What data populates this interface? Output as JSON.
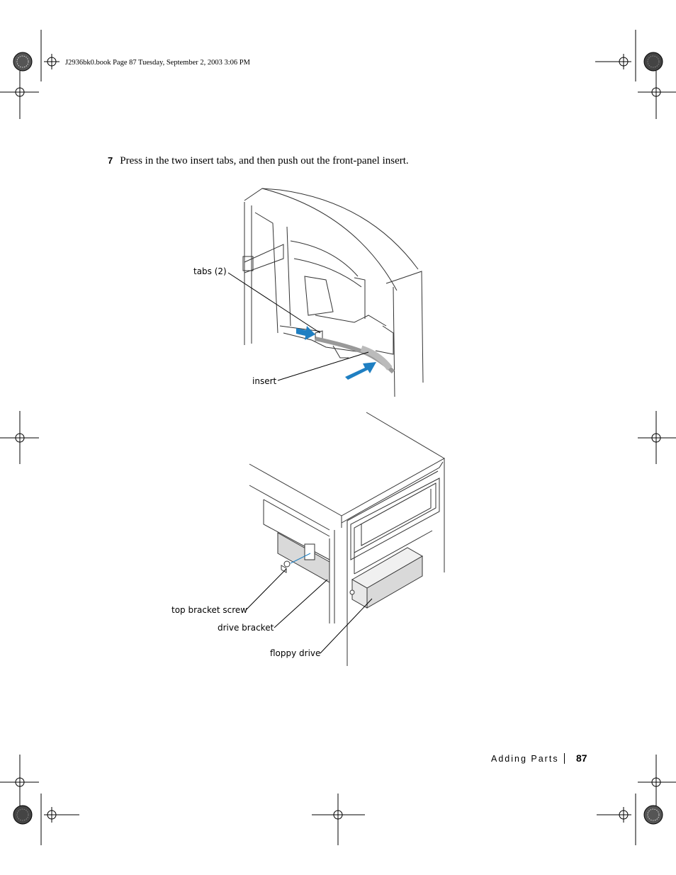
{
  "print_header": "J2936bk0.book  Page 87  Tuesday, September 2, 2003  3:06 PM",
  "step": {
    "number": "7",
    "text": "Press in the two insert tabs, and then push out the front-panel insert."
  },
  "figure_1": {
    "callouts": {
      "tabs": "tabs (2)",
      "insert": "insert"
    },
    "arrow_color": "#1f7fc2"
  },
  "figure_2": {
    "callouts": {
      "top_bracket_screw": "top bracket screw",
      "drive_bracket": "drive bracket",
      "floppy_drive": "floppy drive"
    },
    "accent_color": "#1f7fc2"
  },
  "footer": {
    "section": "Adding Parts",
    "page_number": "87"
  }
}
